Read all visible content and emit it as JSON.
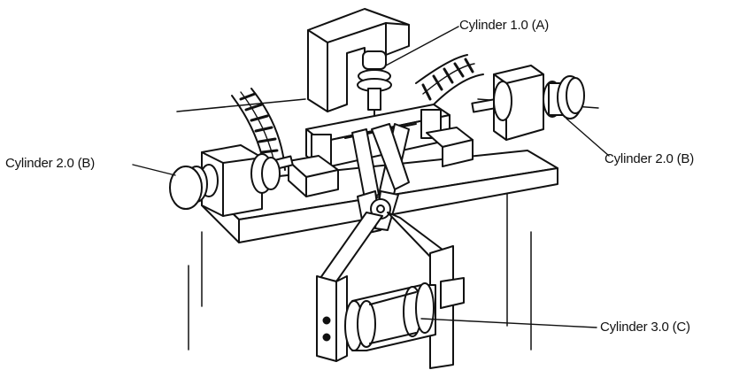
{
  "labels": {
    "cylinder_a": "Cylinder 1.0 (A)",
    "cylinder_b_left": "Cylinder 2.0 (B)",
    "cylinder_b_right": "Cylinder 2.0 (B)",
    "cylinder_c": "Cylinder 3.0 (C)"
  },
  "colors": {
    "line": "#111111",
    "fill": "#ffffff",
    "background": "#ffffff"
  }
}
